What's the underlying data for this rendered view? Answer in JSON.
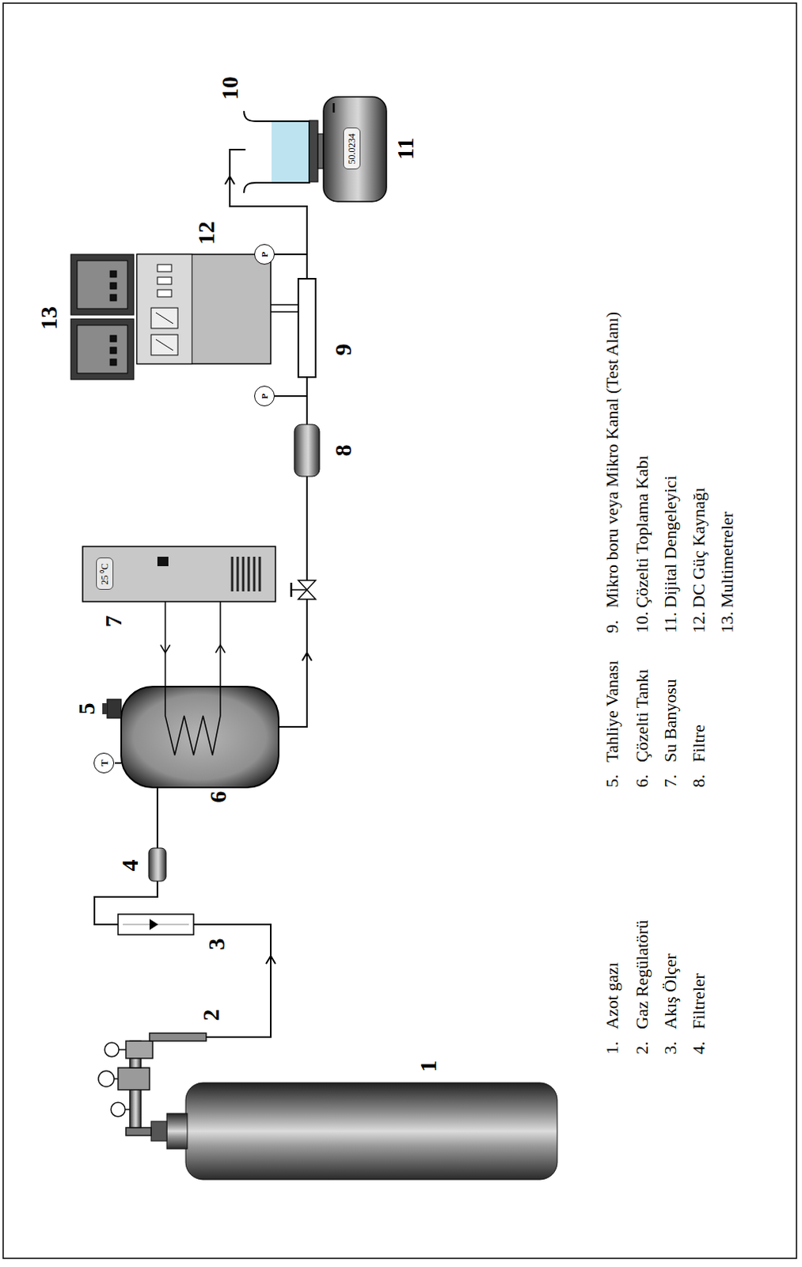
{
  "diagram": {
    "nodes": [
      {
        "text": [
          "T"
        ]
      },
      {
        "text": [
          "25 ⁰C"
        ]
      },
      {
        "text": [
          "P"
        ]
      },
      {
        "text": [
          "P"
        ]
      },
      {
        "text": [
          "50.0234"
        ]
      }
    ],
    "labels": [
      "1",
      "2",
      "3",
      "4",
      "5",
      "6",
      "7",
      "8",
      "9",
      "10",
      "11",
      "12",
      "13",
      "1.",
      "Azot gazı",
      "2.",
      "Gaz Regülatörü",
      "3.",
      "Akış Ölçer",
      "4.",
      "Filtreler",
      "5.",
      "Tahliye Vanası",
      "6.",
      "Çözelti Tankı",
      "7.",
      "Su Banyosu",
      "8.",
      "Filtre",
      "9.",
      "Mikro boru veya Mikro Kanal (Test Alanı)",
      "10.",
      "Çözelti Toplama Kabı",
      "11.",
      "Dijital Dengeleyici",
      "12.",
      "DC Güç Kaynağı",
      "13.",
      "Multimetreler"
    ]
  }
}
